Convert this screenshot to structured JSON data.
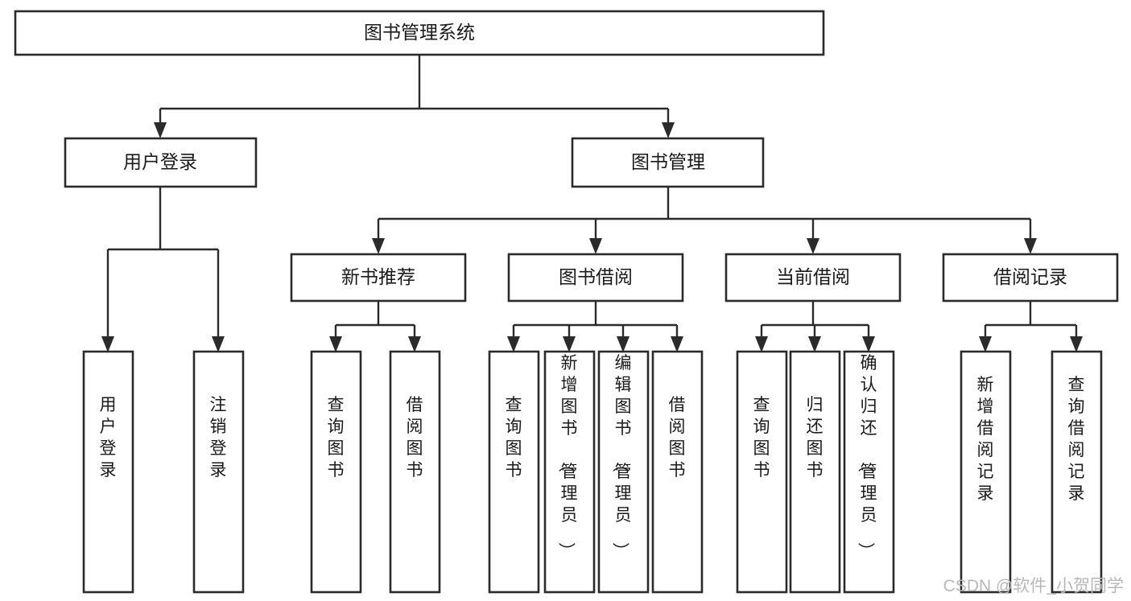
{
  "diagram": {
    "title": "图书管理系统",
    "type": "hierarchy-tree",
    "orientation": "top-down",
    "colors": {
      "box_stroke": "#2b2b2b",
      "box_fill": "#ffffff",
      "text": "#1a1a1a",
      "background": "#ffffff",
      "watermark": "#b8b8b8"
    },
    "root": {
      "label": "图书管理系统"
    },
    "level2": [
      {
        "label": "用户登录"
      },
      {
        "label": "图书管理"
      }
    ],
    "level3": [
      {
        "label": "新书推荐"
      },
      {
        "label": "图书借阅"
      },
      {
        "label": "当前借阅"
      },
      {
        "label": "借阅记录"
      }
    ],
    "leaves": {
      "user_login": [
        {
          "label": "用户登录"
        },
        {
          "label": "注销登录"
        }
      ],
      "new_book_recommend": [
        {
          "label": "查询图书"
        },
        {
          "label": "借阅图书"
        }
      ],
      "book_borrow": [
        {
          "label": "查询图书"
        },
        {
          "label": "新增图书（管理员）"
        },
        {
          "label": "编辑图书（管理员）"
        },
        {
          "label": "借阅图书"
        }
      ],
      "current_borrow": [
        {
          "label": "查询图书"
        },
        {
          "label": "归还图书"
        },
        {
          "label": "确认归还（管理员）"
        }
      ],
      "borrow_records": [
        {
          "label": "新增借阅记录"
        },
        {
          "label": "查询借阅记录"
        }
      ]
    }
  },
  "watermark": {
    "text": "CSDN @软件_小贺同学"
  }
}
